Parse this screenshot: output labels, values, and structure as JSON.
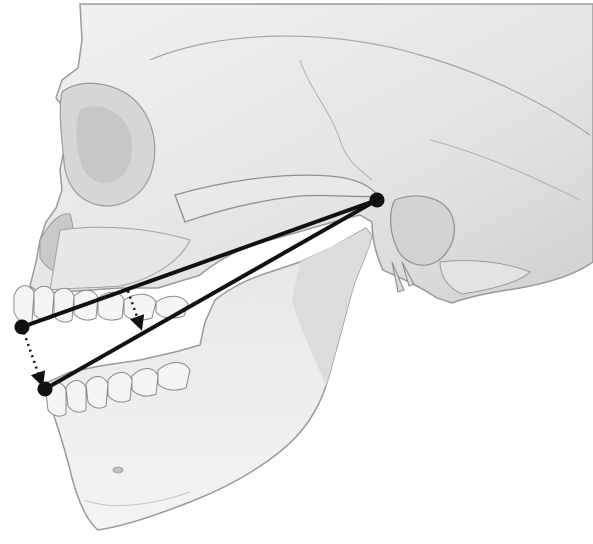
{
  "figure": {
    "subject": "skull-lateral-view-mandible-opening",
    "colors": {
      "background": "#ffffff",
      "bone_light": "#eeeeee",
      "bone_mid": "#d9d9d9",
      "bone_shadow": "#b8b8b8",
      "bone_dark": "#8f8f8f",
      "annotation": "#111111"
    },
    "annotation_style": {
      "solid_lines": "mandible-radius",
      "dotted_arrows": "opening-arc-displacement"
    }
  }
}
